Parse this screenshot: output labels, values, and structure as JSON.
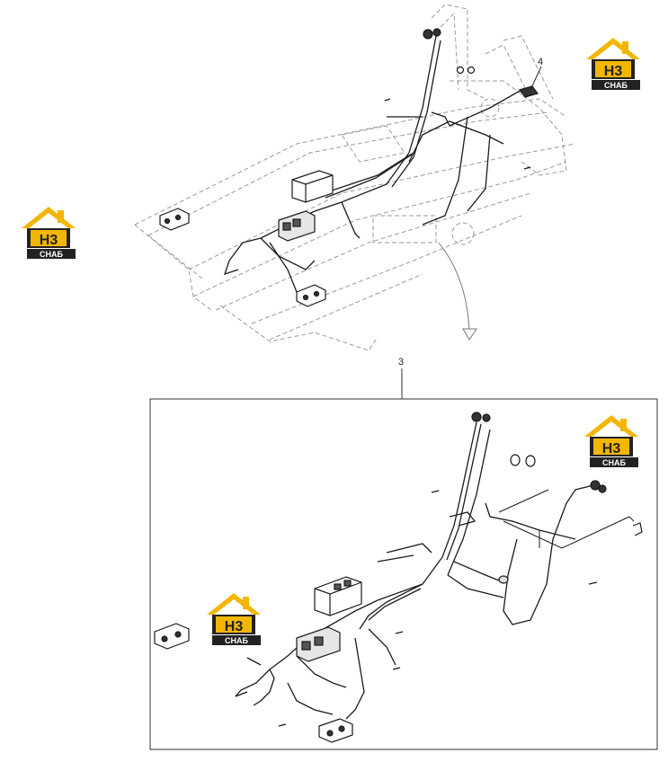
{
  "callouts": {
    "harness_detail": "3",
    "rear_connector": "4"
  },
  "watermark": {
    "letters": "H3",
    "word": "СНАБ",
    "colors": {
      "roof": "#f2b600",
      "body": "#222222",
      "letter_bg": "#f2b600",
      "word_bg": "#222222"
    }
  },
  "colors": {
    "line": "#1a1a1a",
    "dashed": "#9a9a9a",
    "frame": "#333333"
  }
}
